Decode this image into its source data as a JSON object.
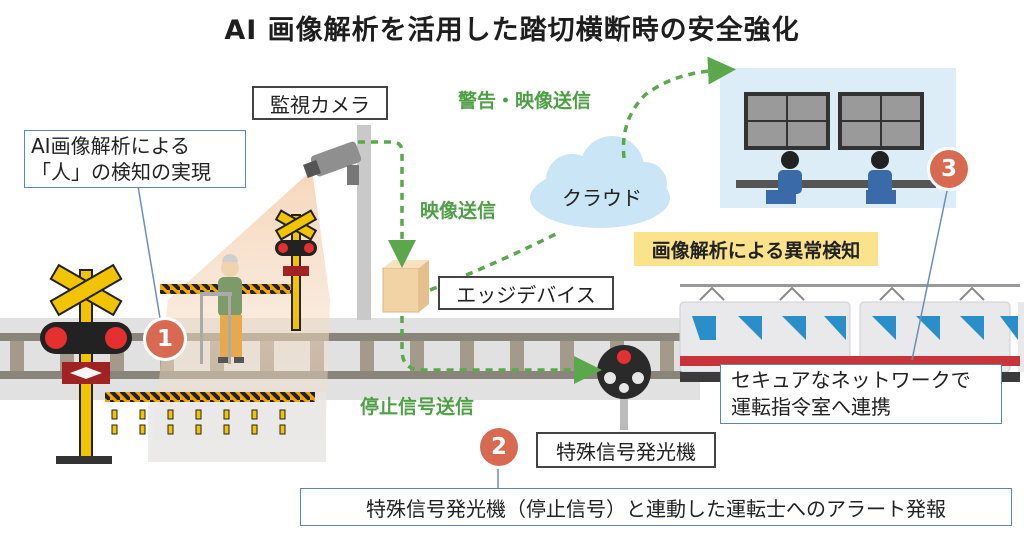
{
  "title": "AI 画像解析を活用した踏切横断時の安全強化",
  "labels": {
    "detection_line1": "AI画像解析による",
    "detection_line2": "「人」の検知の実現",
    "camera": "監視カメラ",
    "video_send": "映像送信",
    "warning_video_send": "警告・映像送信",
    "cloud": "クラウド",
    "anomaly_detection": "画像解析による異常検知",
    "edge_device": "エッジデバイス",
    "stop_signal_send": "停止信号送信",
    "special_signal": "特殊信号発光機",
    "secure_network_line1": "セキュアなネットワークで",
    "secure_network_line2": "運転指令室へ連携",
    "alert_caption": "特殊信号発光機（停止信号）と連動した運転士へのアラート発報"
  },
  "badges": [
    "1",
    "2",
    "3"
  ],
  "colors": {
    "flow_arrow": "#5aa84b",
    "badge": "#d86a52",
    "highlight": "#fbe38b",
    "callout_border": "#5b86b8",
    "train_stripe": "#c8343a",
    "cloud": "#bfe0f5",
    "control_room": "#dbeefa"
  },
  "icons": [
    "crossing-signal-icon",
    "surveillance-camera-icon",
    "cloud-icon",
    "edge-device-icon",
    "special-signal-icon",
    "train-icon",
    "pedestrian-icon",
    "control-room-icon"
  ]
}
